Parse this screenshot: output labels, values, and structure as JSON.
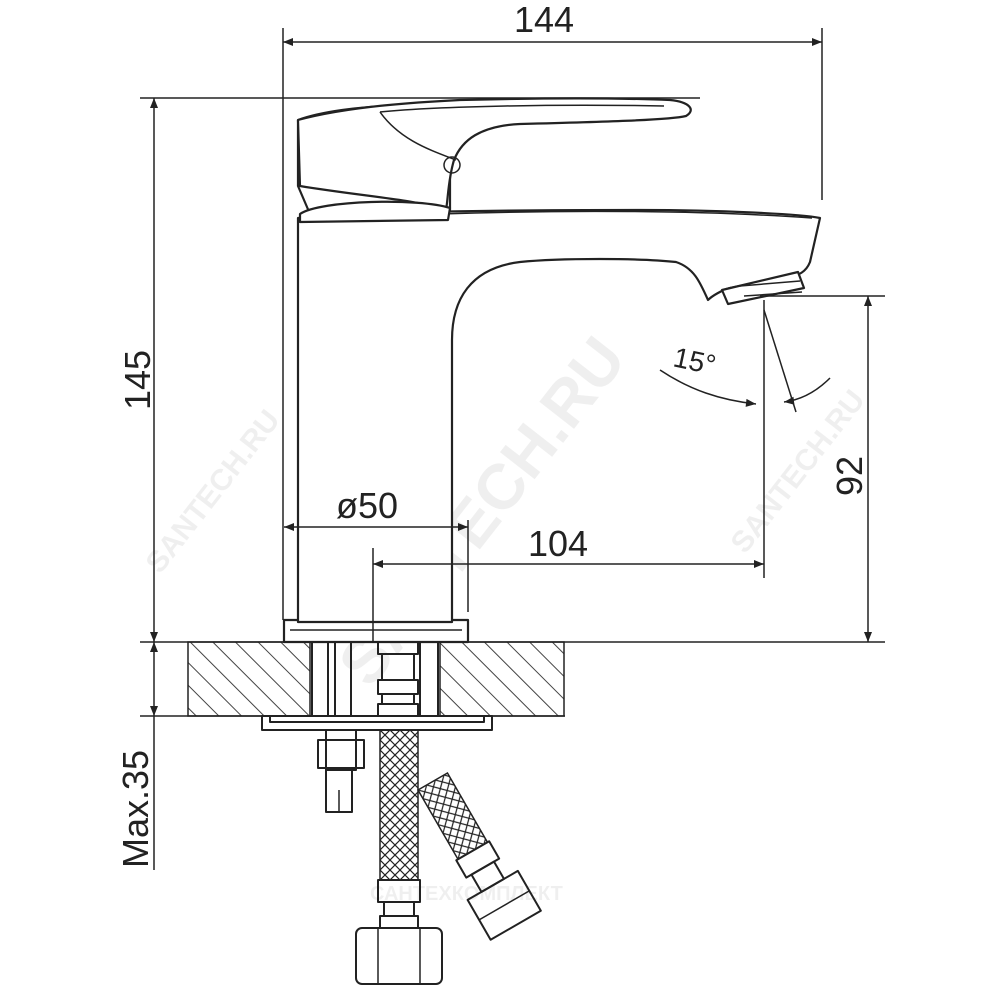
{
  "dimensions": {
    "total_width": "144",
    "total_height": "145",
    "spout_height": "92",
    "base_diameter": "ø50",
    "spout_reach": "104",
    "angle": "15°",
    "max_thickness": "Max.35"
  },
  "watermark": {
    "main": "SANTECH.RU",
    "side": "SANTECH.RU",
    "bottom": "САНТЕХКОМПЛЕКТ"
  },
  "colors": {
    "line": "#222222",
    "hatch": "#444444",
    "background": "#ffffff"
  }
}
